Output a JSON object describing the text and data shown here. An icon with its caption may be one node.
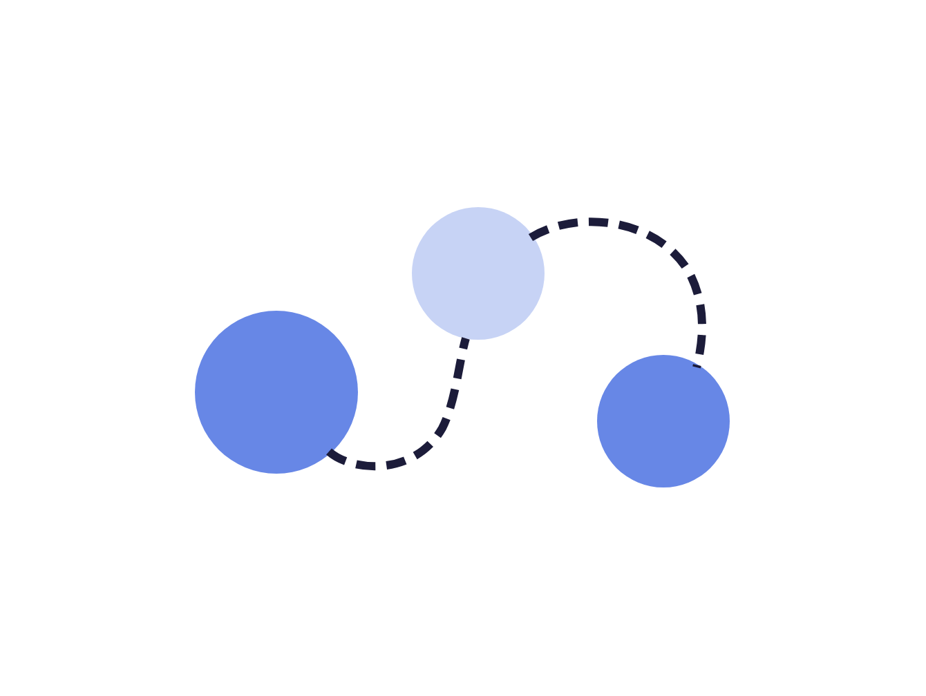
{
  "diagram": {
    "nodes": [
      {
        "text": [],
        "shape": "circle"
      },
      {
        "text": [],
        "shape": "circle"
      },
      {
        "text": [],
        "shape": "circle"
      }
    ],
    "edges": [
      {
        "from": 0,
        "to": 1,
        "arrow": "none",
        "style": "dashed"
      },
      {
        "from": 1,
        "to": 2,
        "arrow": "none",
        "style": "dashed"
      }
    ]
  }
}
